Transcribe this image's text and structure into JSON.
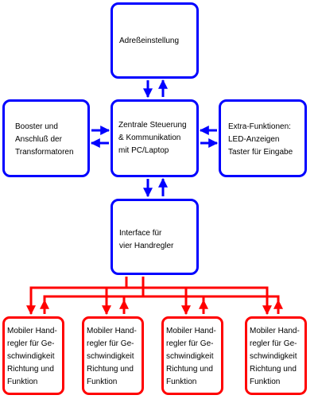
{
  "colors": {
    "control_link": "#0000ff",
    "handregler_link": "#ff0000"
  },
  "boxes": {
    "address": {
      "lines": [
        "Adreßeinstellung"
      ]
    },
    "central": {
      "lines": [
        "Zentrale Steuerung",
        "& Kommunikation",
        "mit PC/Laptop"
      ]
    },
    "booster": {
      "lines": [
        "Booster und",
        "Anschluß der",
        "Transformatoren"
      ]
    },
    "extra": {
      "lines": [
        "Extra-Funktionen:",
        "LED-Anzeigen",
        "Taster für Eingabe"
      ]
    },
    "interface": {
      "lines": [
        "Interface für",
        "vier Handregler"
      ]
    },
    "handregler": {
      "lines": [
        "Mobiler Hand-",
        "regler für Ge-",
        "schwindigkeit",
        "Richtung und",
        "Funktion"
      ]
    }
  }
}
